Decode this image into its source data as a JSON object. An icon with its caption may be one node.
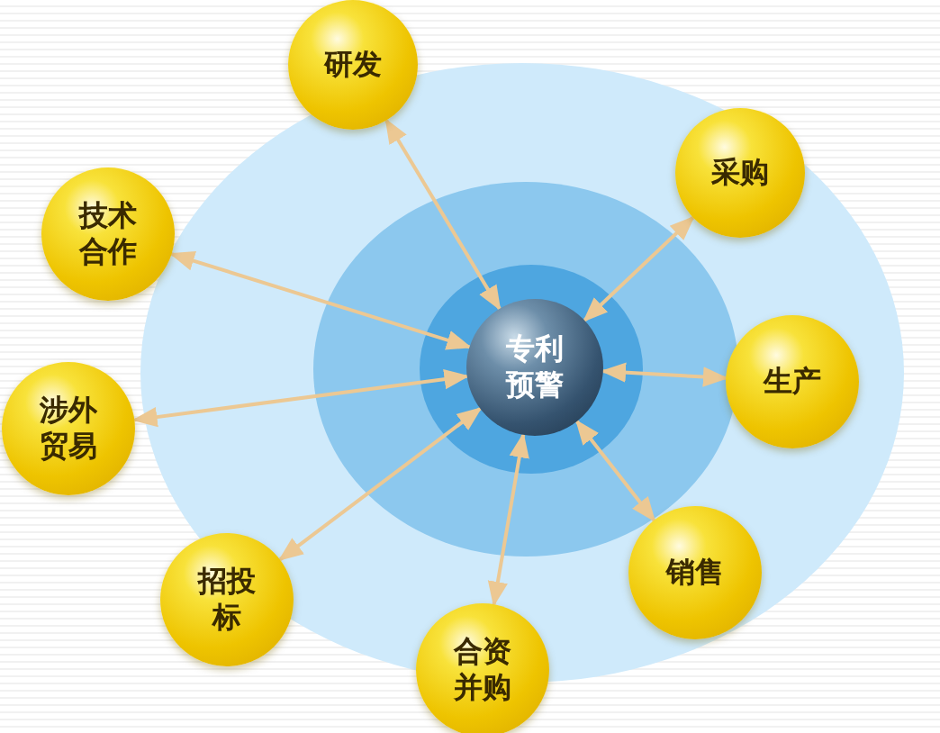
{
  "diagram": {
    "nodes": [
      {
        "text": [
          "专利预警"
        ]
      },
      {
        "text": [
          "研发"
        ]
      },
      {
        "text": [
          "采购"
        ]
      },
      {
        "text": [
          "生产"
        ]
      },
      {
        "text": [
          "销售"
        ]
      },
      {
        "text": [
          "合资并购"
        ]
      },
      {
        "text": [
          "招投标"
        ]
      },
      {
        "text": [
          "涉外贸易"
        ]
      },
      {
        "text": [
          "技术合作"
        ]
      }
    ],
    "edges": [
      {
        "from": 0,
        "to": 1,
        "arrow": "both"
      },
      {
        "from": 0,
        "to": 2,
        "arrow": "both"
      },
      {
        "from": 0,
        "to": 3,
        "arrow": "both"
      },
      {
        "from": 0,
        "to": 4,
        "arrow": "both"
      },
      {
        "from": 0,
        "to": 5,
        "arrow": "both"
      },
      {
        "from": 0,
        "to": 6,
        "arrow": "both"
      },
      {
        "from": 0,
        "to": 7,
        "arrow": "both"
      },
      {
        "from": 0,
        "to": 8,
        "arrow": "both"
      }
    ]
  }
}
